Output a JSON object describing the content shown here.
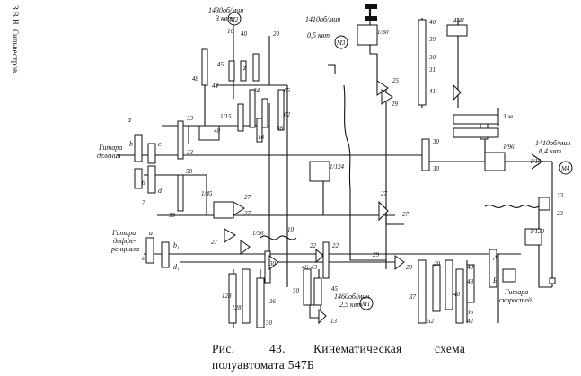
{
  "side_note": "З   В.Н. Сильвестров",
  "caption": {
    "line1_label": "Рис.",
    "line1_number": "43.",
    "line1_w1": "Кинематическая",
    "line1_w2": "схема",
    "line2": "полуавтомата 547Б"
  },
  "labels": {
    "gitara_deleniya": [
      "Гитара",
      "деления"
    ],
    "gitara_diff": [
      "Гитара",
      "диффе-",
      "ренциала"
    ],
    "gitara_skorostei": [
      "Гитара",
      "скоростей"
    ],
    "motor1": {
      "spec": [
        "1430об/мин",
        "3 квт"
      ],
      "id": "М2"
    },
    "motor2": {
      "spec": [
        "1410об/мин",
        "0,5 квт"
      ],
      "id": "М3"
    },
    "motor3": {
      "spec": [
        "1410об/мин",
        "0,4 квт"
      ],
      "id": "М4"
    },
    "motor4": {
      "spec": [
        "1460об/мин",
        "2,5 квт"
      ],
      "id": "М1"
    },
    "tooth": {
      "t16a": "16",
      "t40a": "40",
      "t20a": "20",
      "t45": "45",
      "t48": "48",
      "t44": "44",
      "t65": "65",
      "t24": "24",
      "t62": "62",
      "t40b": "40",
      "t16b": "16",
      "t56": "56",
      "t33a": "33",
      "t33b": "33",
      "t15": "1/15",
      "t30a": "1/30",
      "t40c": "40",
      "t4_41": "4/41",
      "t39": "39",
      "t30b": "30",
      "t31": "31",
      "t41": "41",
      "t25": "25",
      "t29a": "29",
      "t30c": "30",
      "t30d": "30",
      "t96": "1/96",
      "t3z": "3 зв",
      "t10": "1/10",
      "t124": "1/124",
      "t58": "58",
      "t45b": "1/45",
      "t27a": "27",
      "t27b": "27",
      "t38": "38",
      "t27c": "27",
      "t27d": "27",
      "t23a": "23",
      "t23b": "23",
      "t120": "1/120",
      "t27e": "27",
      "t136": "1/36",
      "t10b": "10",
      "t22a": "22",
      "t22b": "22",
      "t29b": "29",
      "t29c": "29",
      "t30e": "30",
      "t20b": "20",
      "t40d": "40",
      "t48b": "48",
      "t40e": "40",
      "t36": "36",
      "t42": "42",
      "t37": "37",
      "t52": "52",
      "t128": "128",
      "t45c": "45",
      "t36b": "36",
      "t50": "50",
      "t43": "43",
      "t46": "46",
      "t30f": "30",
      "t13": "13",
      "t7": "7",
      "t6": "6",
      "a": "а",
      "b": "b",
      "c": "c",
      "d": "d",
      "a1": "а₁",
      "b1": "b₁",
      "c1": "c₁",
      "d1": "d₁",
      "a2": "А",
      "b2": "Б",
      "z": "z"
    }
  }
}
